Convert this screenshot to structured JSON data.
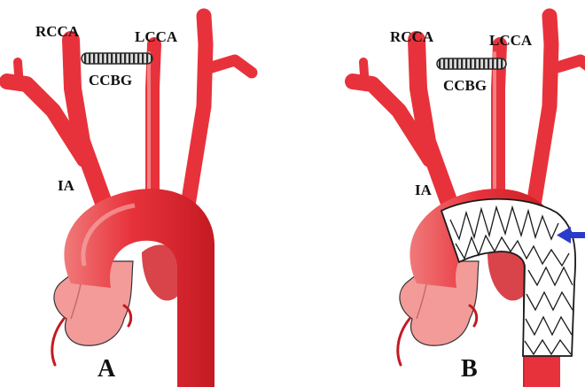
{
  "colors": {
    "artery": "#e8323b",
    "artery_dark": "#c41a22",
    "artery_light": "#f7a3a1",
    "graft": "#2a2a2a",
    "stent_fill": "#ffffff",
    "arrow": "#2b3bc9",
    "background": "#ffffff"
  },
  "panels": [
    {
      "panel_label": "A",
      "labels": {
        "rcca": "RCCA",
        "lcca": "LCCA",
        "ccbg": "CCBG",
        "ia": "IA"
      },
      "has_stent_graft": false
    },
    {
      "panel_label": "B",
      "labels": {
        "rcca": "RCCA",
        "lcca": "LCCA",
        "ccbg": "CCBG",
        "ia": "IA"
      },
      "has_stent_graft": true,
      "arrow_icon": "arrow-left-icon"
    }
  ]
}
